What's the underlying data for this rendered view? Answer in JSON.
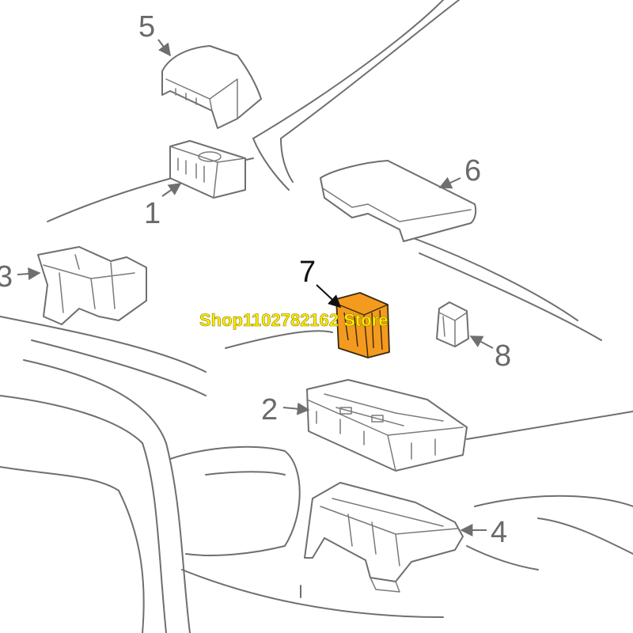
{
  "callouts": [
    {
      "id": "1",
      "label": "1"
    },
    {
      "id": "2",
      "label": "2"
    },
    {
      "id": "3",
      "label": "3"
    },
    {
      "id": "4",
      "label": "4"
    },
    {
      "id": "5",
      "label": "5"
    },
    {
      "id": "6",
      "label": "6"
    },
    {
      "id": "7",
      "label": "7"
    },
    {
      "id": "8",
      "label": "8"
    }
  ],
  "watermark": "Shop1102782162 Store",
  "colors": {
    "line": "#6f6f6f",
    "highlight": "#f39a1f",
    "watermark": "#ffee00"
  }
}
